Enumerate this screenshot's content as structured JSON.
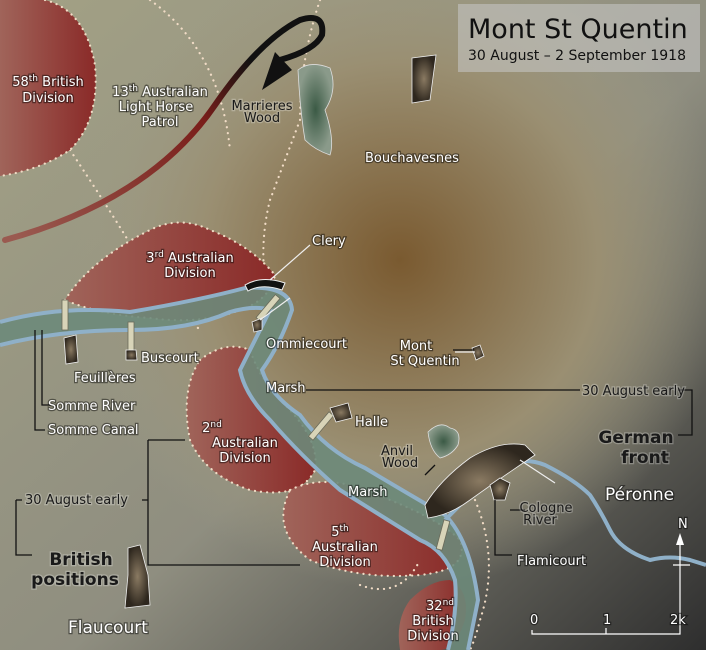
{
  "title": {
    "main": "Mont St Quentin",
    "dates": "30 August – 2 September 1918"
  },
  "units": [
    {
      "name": "58",
      "sup": "th",
      "rest": " British",
      "line2": "Division"
    },
    {
      "name": "13",
      "sup": "th",
      "rest": " Australian",
      "line2": "Light Horse",
      "line3": "Patrol"
    },
    {
      "name": "3",
      "sup": "rd",
      "rest": " Australian",
      "line2": "Division"
    },
    {
      "name": "2",
      "sup": "nd",
      "line2": "Australian",
      "line3": "Division"
    },
    {
      "name": "5",
      "sup": "th",
      "line2": "Australian",
      "line3": "Division"
    },
    {
      "name": "32",
      "sup": "nd",
      "line2": "British",
      "line3": "Division"
    }
  ],
  "places": {
    "marrieres": [
      "Marrieres",
      "Wood"
    ],
    "bouchavesnes": "Bouchavesnes",
    "clery": "Clery",
    "ommiecourt": "Ommiecourt",
    "buscourt": "Buscourt",
    "feuilleres": "Feuillères",
    "mont": [
      "Mont",
      "St Quentin"
    ],
    "marsh1": "Marsh",
    "marsh2": "Marsh",
    "halle": "Halle",
    "anvil": [
      "Anvil",
      "Wood"
    ],
    "peronne": "Péronne",
    "cologne": [
      "Cologne",
      "River"
    ],
    "flamicourt": "Flamicourt",
    "flaucourt": "Flaucourt",
    "somme_river": "Somme River",
    "somme_canal": "Somme Canal"
  },
  "legend": {
    "german_date": "30 August early",
    "german": [
      "German",
      "front"
    ],
    "british_date": "30 August early",
    "british": [
      "British",
      "positions"
    ]
  },
  "scale": {
    "ticks": [
      "0",
      "1",
      "2k"
    ],
    "north": "N"
  },
  "colors": {
    "division": "#8e2f2c",
    "river": "#8fb0c8",
    "marsh": "#6d8a7a",
    "german": "#4a3f30"
  }
}
